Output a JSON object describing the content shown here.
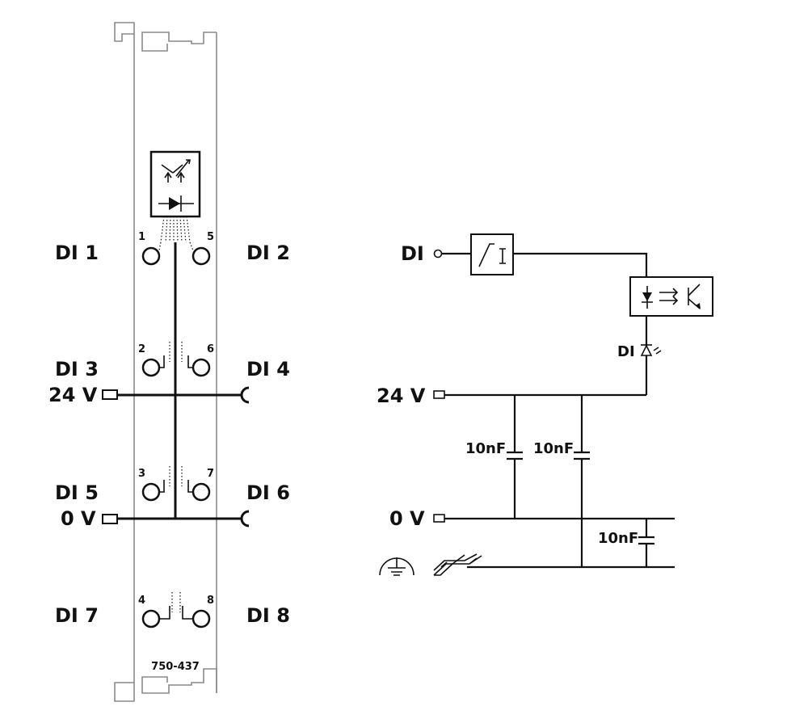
{
  "module": {
    "part_number": "750-437",
    "terminal_numbers": [
      "1",
      "5",
      "2",
      "6",
      "3",
      "7",
      "4",
      "8"
    ]
  },
  "left_labels": {
    "di1": "DI 1",
    "di2": "DI 2",
    "di3": "DI 3",
    "di4": "DI 4",
    "di5": "DI 5",
    "di6": "DI 6",
    "di7": "DI 7",
    "di8": "DI 8",
    "v24": "24 V",
    "v0": "0 V"
  },
  "schematic": {
    "di_input": "DI",
    "di_led": "DI",
    "v24": "24 V",
    "v0": "0 V",
    "cap1": "10nF",
    "cap2": "10nF",
    "cap3": "10nF"
  },
  "icons": [
    "filter-icon",
    "optocoupler-icon",
    "led-icon",
    "ground-icon",
    "din-rail-icon"
  ]
}
